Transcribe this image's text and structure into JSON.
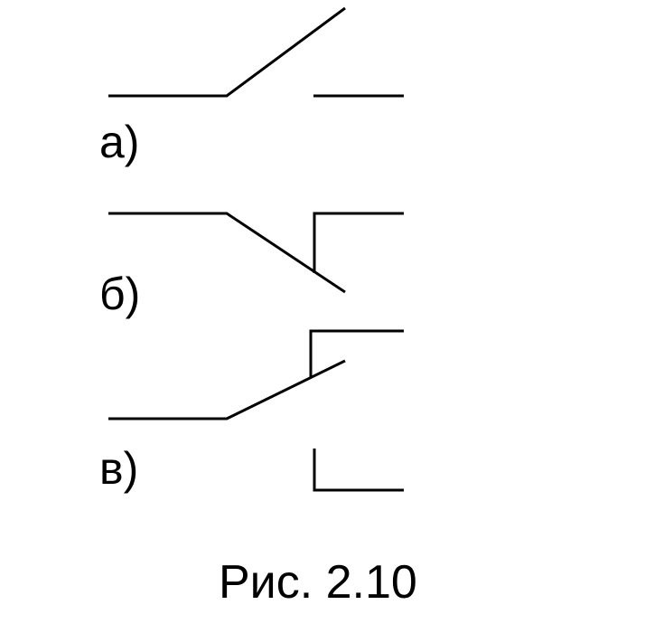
{
  "labels": {
    "a": "а)",
    "b": "б)",
    "v": "в)"
  },
  "caption": "Рис. 2.10",
  "colors": {
    "line": "#000000",
    "background": "#ffffff"
  }
}
